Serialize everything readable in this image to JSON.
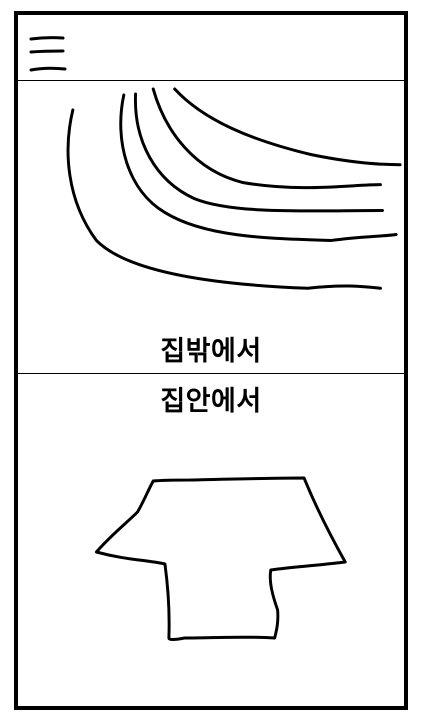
{
  "header": {
    "menu_icon": "hamburger-menu-icon"
  },
  "sections": {
    "outside": {
      "label": "집밖에서",
      "illustration": "curved-lines-drawing"
    },
    "inside": {
      "label": "집안에서",
      "illustration": "house-outline-drawing"
    }
  },
  "colors": {
    "frame": "#000000",
    "background": "#ffffff",
    "text": "#000000"
  }
}
